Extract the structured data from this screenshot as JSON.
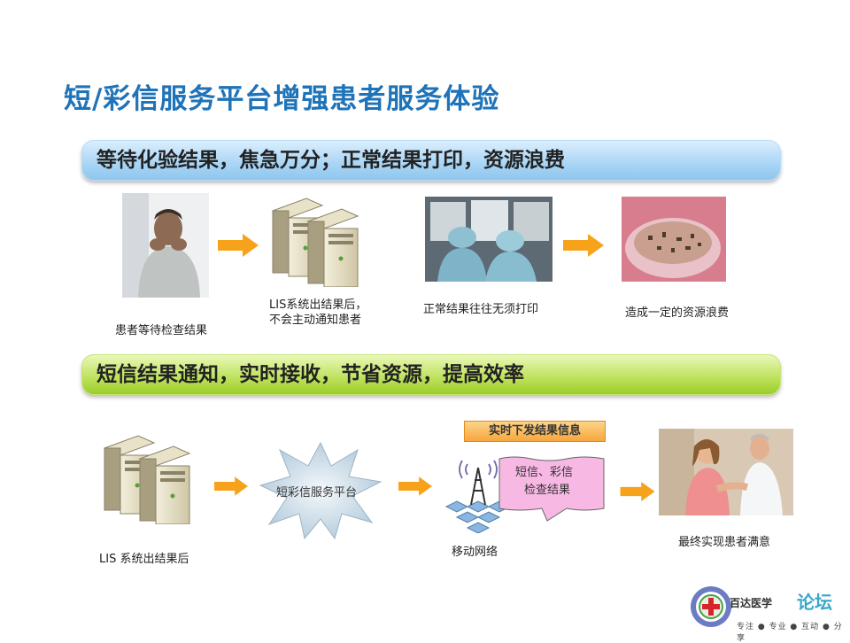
{
  "title": "短/彩信服务平台增强患者服务体验",
  "banner1": "等待化验结果，焦急万分；正常结果打印，资源浪费",
  "banner2": "短信结果通知，实时接收，节省资源，提高效率",
  "row1": {
    "patient_caption": "患者等待检查结果",
    "lis_caption_line1": "LIS系统出结果后，",
    "lis_caption_line2": "不会主动通知患者",
    "doctors_caption": "正常结果往往无须打印",
    "waste_caption": "造成一定的资源浪费"
  },
  "row2": {
    "lis_caption": "LIS 系统出结果后",
    "platform_label": "短彩信服务平台",
    "push_badge": "实时下发结果信息",
    "network_caption": "移动网络",
    "callout_line1": "短信、彩信",
    "callout_line2": "检查结果",
    "satisfied_caption": "最终实现患者满意"
  },
  "logo": {
    "name": "百达医学",
    "accent": "论坛",
    "tags": "专注 ● 专业 ● 互动 ● 分享"
  },
  "colors": {
    "title": "#1f73b8",
    "arrow": "#f7a21b",
    "banner1": "#a8d5f5",
    "banner2": "#bde15a"
  }
}
